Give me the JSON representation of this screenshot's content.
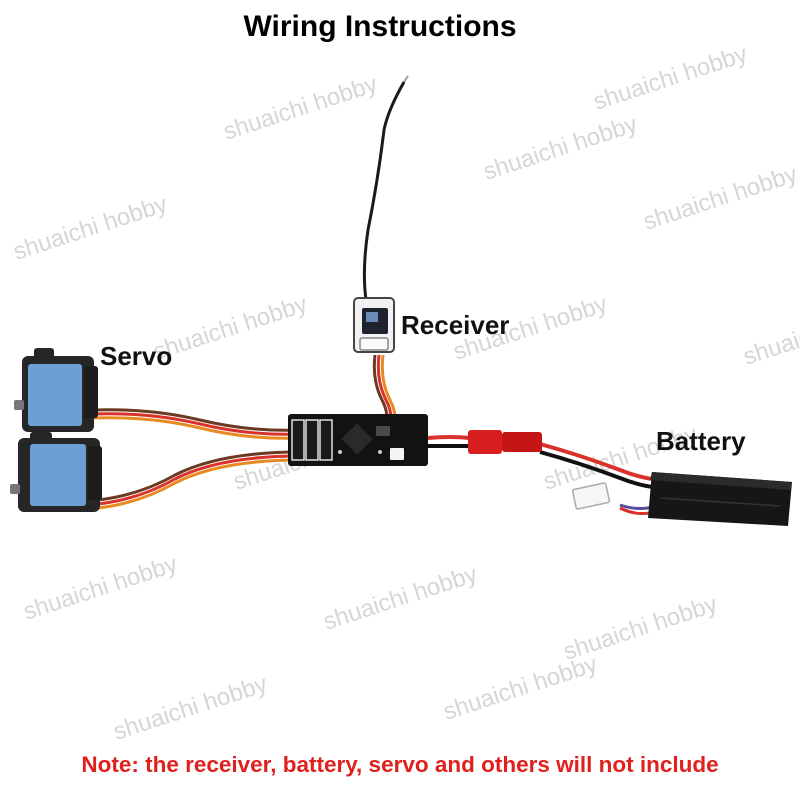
{
  "title": "Wiring Instructions",
  "labels": {
    "receiver": "Receiver",
    "servo": "Servo",
    "battery": "Battery"
  },
  "note": "Note: the receiver, battery, servo and others will not include",
  "watermark": "shuaichi hobby",
  "colors": {
    "note_red": "#e0201c",
    "servo_blue": "#6e9ed6",
    "wire_red": "#d8322a",
    "wire_orange": "#e88a22",
    "wire_brown": "#6a3a22",
    "connector_red": "#d81e1e"
  }
}
